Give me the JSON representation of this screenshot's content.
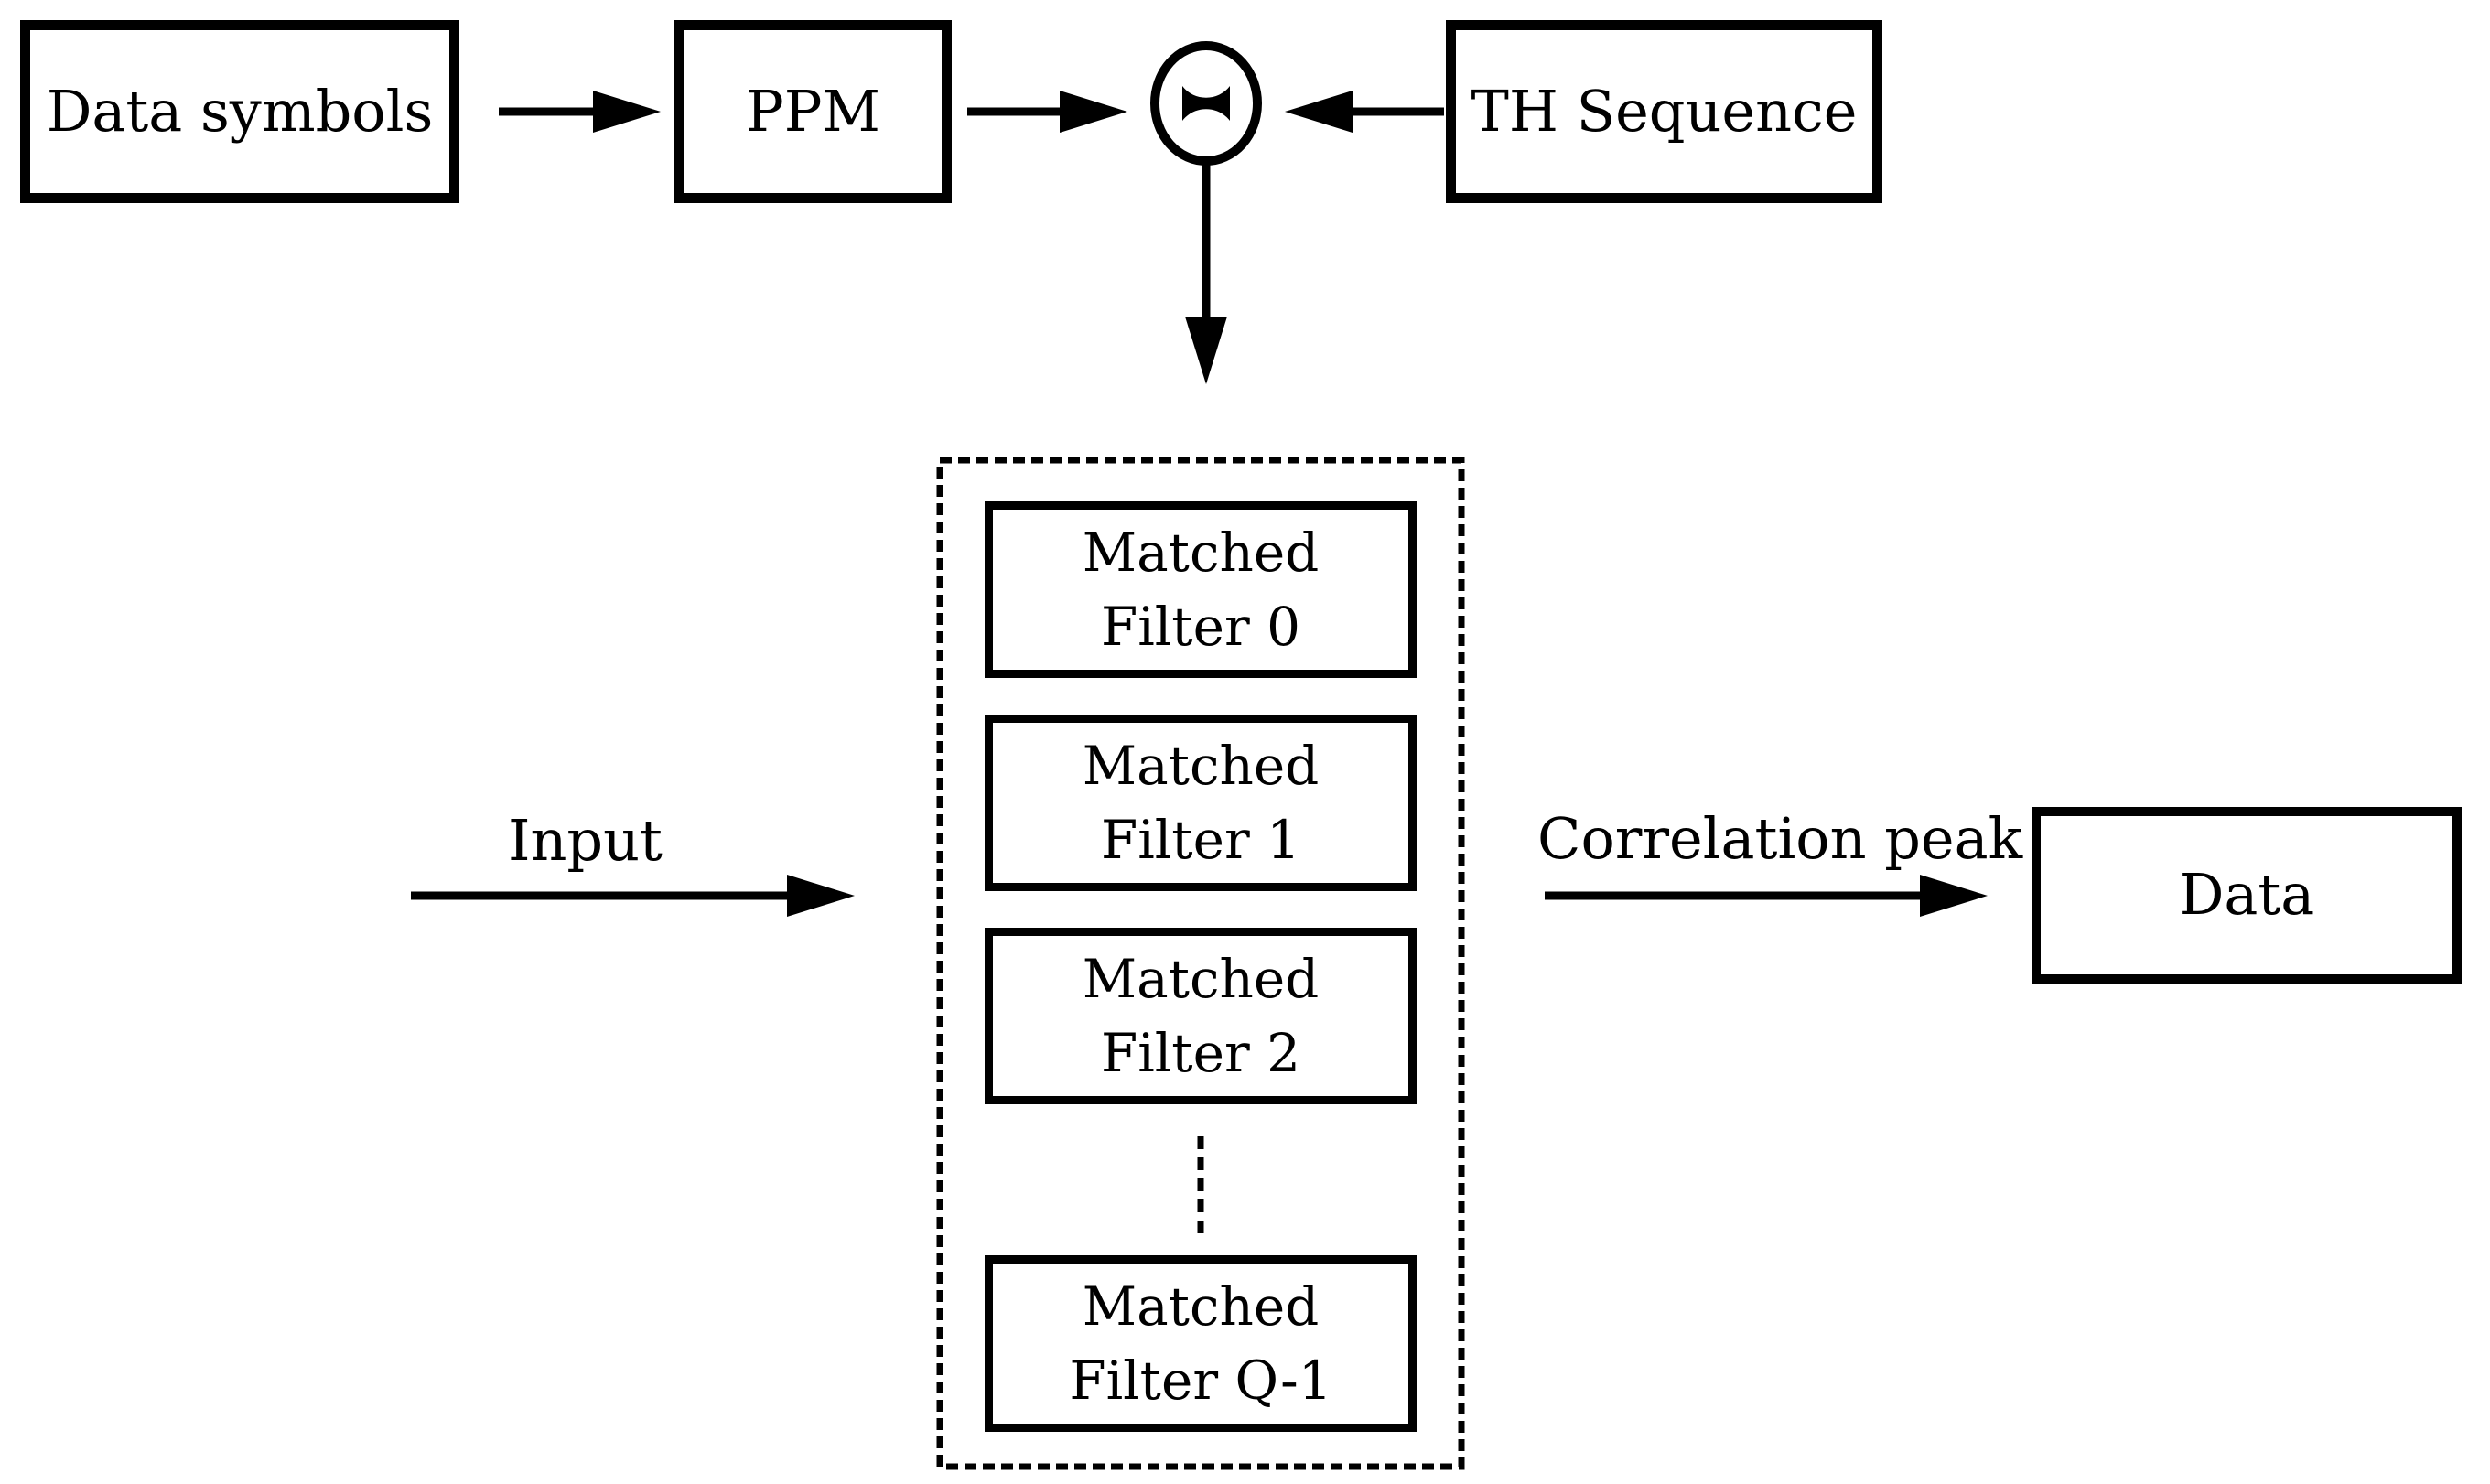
{
  "figure": {
    "background_color": "#ffffff",
    "line_color": "#000000",
    "blocks": {
      "data_symbols": {
        "label": "Data symbols"
      },
      "ppm": {
        "label": "PPM"
      },
      "th_sequence": {
        "label": "TH Sequence"
      },
      "data": {
        "label": "Data"
      }
    },
    "multiplier": {
      "icon": "bowtie-in-circle"
    },
    "filter_bank": {
      "filters": [
        {
          "line1": "Matched",
          "line2": "Filter 0"
        },
        {
          "line1": "Matched",
          "line2": "Filter 1"
        },
        {
          "line1": "Matched",
          "line2": "Filter 2"
        },
        {
          "line1": "Matched",
          "line2": "Filter Q-1"
        }
      ]
    },
    "labels": {
      "input": "Input",
      "correlation_peak": "Correlation peak"
    }
  }
}
